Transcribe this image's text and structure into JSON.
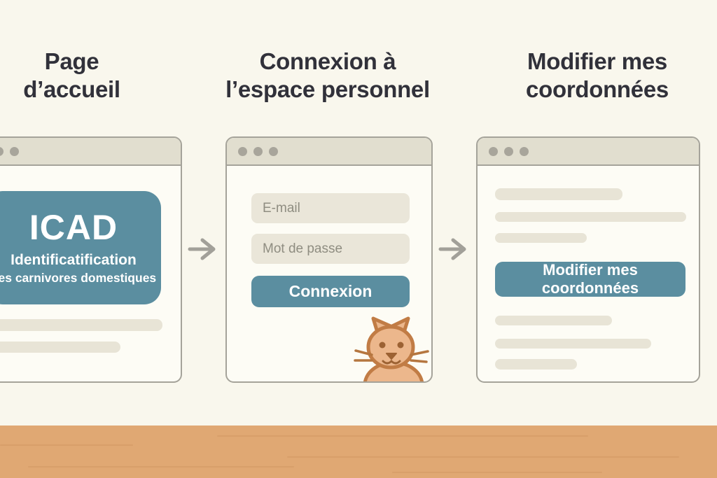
{
  "theme": {
    "background": "#f9f7ed",
    "window_bg": "#fdfcf5",
    "titlebar_bg": "#e1decf",
    "border_gray": "#a5a39a",
    "dot_gray": "#a8a59b",
    "skeleton": "#e8e4d6",
    "accent_teal": "#5b8ea0",
    "field_bg": "#eae6d9",
    "field_text": "#8f8d81",
    "title_text": "#31313a",
    "arrow_gray": "#a2a099",
    "wood": "#e0a873",
    "wood_grain": "#c98f59",
    "cat_fill": "#ecb78c",
    "cat_outline": "#c17c45",
    "cat_face": "#9c6233"
  },
  "steps": [
    {
      "title": "Page d’accueil"
    },
    {
      "title": "Connexion à l’espace personnel"
    },
    {
      "title": "Modifier mes coordonnées"
    }
  ],
  "home_window": {
    "logo_name": "ICAD",
    "logo_line1": "Identificatification",
    "logo_line2": "des carnivores domestiques"
  },
  "login_window": {
    "email_placeholder": "E-mail",
    "password_placeholder": "Mot de passe",
    "submit_label": "Connexion"
  },
  "account_window": {
    "button_label": "Modifier mes coordonnées"
  },
  "icons": {
    "arrow": "right-arrow",
    "cat": "cat-illustration",
    "window_dots": "window-control-dots"
  }
}
